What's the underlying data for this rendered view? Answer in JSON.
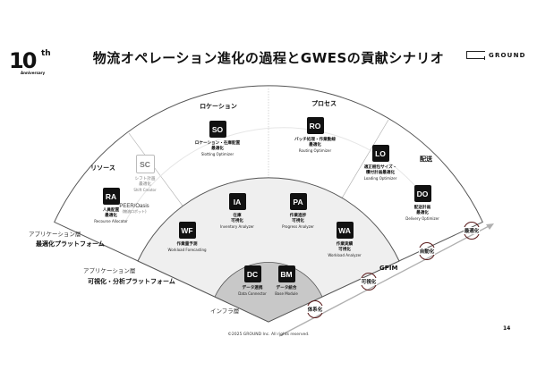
{
  "logo": {
    "number": "10",
    "suffix": "th",
    "sub": "Anniversary"
  },
  "title": "物流オペレーション進化の過程とGWESの貢献シナリオ",
  "brand": {
    "name": "GROUND"
  },
  "segments": {
    "resource": "リソース",
    "location": "ロケーション",
    "process": "プロセス",
    "delivery": "配送"
  },
  "outer_nodes": [
    {
      "code": "SO",
      "jp": [
        "ロケーション・在庫配置",
        "最適化"
      ],
      "en": "Slotting Optimizer"
    },
    {
      "code": "RO",
      "jp": [
        "バッチ処理・作業動線",
        "最適化"
      ],
      "en": "Routing Optimizer"
    },
    {
      "code": "LO",
      "jp": [
        "適正梱包サイズ・",
        "積付計画最適化"
      ],
      "en": "Loading Optimizer"
    },
    {
      "code": "DO",
      "jp": [
        "配送計画",
        "最適化"
      ],
      "en": "Delivery Optimizer"
    },
    {
      "code": "RA",
      "jp": [
        "人員配置",
        "最適化"
      ],
      "en": "Recourse Allocator"
    },
    {
      "code": "SC",
      "jp": [
        "シフト計画",
        "最適化"
      ],
      "en": "Shift Creator"
    }
  ],
  "peer": {
    "name": "PEER/Oasis",
    "note": "(物流ロボット)"
  },
  "middle_nodes": [
    {
      "code": "WF",
      "jp": [
        "作業量予測"
      ],
      "en": "Workload Forecasting"
    },
    {
      "code": "IA",
      "jp": [
        "在庫",
        "可視化"
      ],
      "en": "Inventory Analyzer"
    },
    {
      "code": "PA",
      "jp": [
        "作業進捗",
        "可視化"
      ],
      "en": "Progress Analyzer"
    },
    {
      "code": "WA",
      "jp": [
        "作業実績",
        "可視化"
      ],
      "en": "Workload Analyzer"
    }
  ],
  "inner_nodes": [
    {
      "code": "DC",
      "jp": [
        "データ連携"
      ],
      "en": "Data Connector"
    },
    {
      "code": "BM",
      "jp": [
        "データ統合"
      ],
      "en": "Base Module"
    }
  ],
  "layers": {
    "app_opt_label": "アプリケーション層",
    "app_opt_name": "最適化プラットフォーム",
    "app_vis_label": "アプリケーション層",
    "app_vis_name": "可視化・分析プラットフォーム",
    "infra": "インフラ層"
  },
  "gpim": {
    "label": "GPIM",
    "steps": [
      "体系化",
      "可視化",
      "自動化",
      "最適化"
    ]
  },
  "colors": {
    "middle_fill": "#efefef",
    "inner_fill": "#c8c8c8",
    "step_ring": "#5a1a1a"
  },
  "footer": "©2025 GROUND Inc. All rights reserved.",
  "page_number": "14"
}
